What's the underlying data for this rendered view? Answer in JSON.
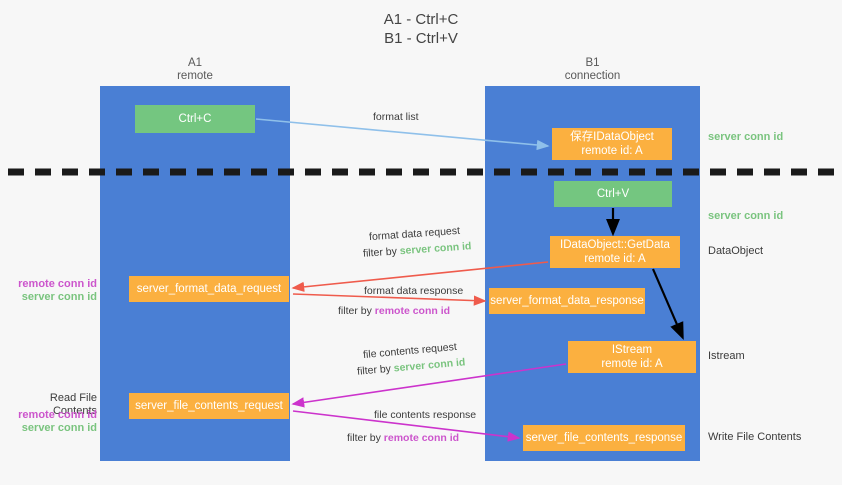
{
  "title": {
    "line1": "A1 - Ctrl+C",
    "line2": "B1 - Ctrl+V"
  },
  "lanes": {
    "left": {
      "name": "A1",
      "role": "remote"
    },
    "right": {
      "name": "B1",
      "role": "connection"
    }
  },
  "nodes": {
    "ctrl_c": {
      "label": "Ctrl+C",
      "color": "#74c680"
    },
    "save_idataobject": {
      "line1": "保存IDataObject",
      "line2": "remote id: A",
      "color": "#fbb040"
    },
    "ctrl_v": {
      "label": "Ctrl+V",
      "color": "#74c680"
    },
    "getdata": {
      "line1": "IDataObject::GetData",
      "line2": "remote id: A",
      "color": "#fbb040"
    },
    "server_format_data_request": {
      "label": "server_format_data_request",
      "color": "#fbb040"
    },
    "server_format_data_response": {
      "label": "server_format_data_response",
      "color": "#fbb040"
    },
    "istream": {
      "line1": "IStream",
      "line2": "remote id: A",
      "color": "#fbb040"
    },
    "server_file_contents_request": {
      "label": "server_file_contents_request",
      "color": "#fbb040"
    },
    "server_file_contents_response": {
      "label": "server_file_contents_response",
      "color": "#fbb040"
    }
  },
  "edges": {
    "format_list": {
      "label": "format list"
    },
    "format_data_request": {
      "label": "format data request",
      "filter_prefix": "filter by ",
      "filter_value": "server conn id"
    },
    "format_data_response": {
      "label": "format data response",
      "filter_prefix": "filter by ",
      "filter_value": "remote conn id"
    },
    "file_contents_request": {
      "label": "file contents request",
      "filter_prefix": "filter by ",
      "filter_value": "server conn id"
    },
    "file_contents_response": {
      "label": "file contents response",
      "filter_prefix": "filter by ",
      "filter_value": "remote conn id"
    }
  },
  "annotations": {
    "server_conn_id_top": "server conn id",
    "server_conn_id_mid": "server conn id",
    "dataobject": "DataObject",
    "istream": "Istream",
    "write_file_contents": "Write File Contents",
    "read_file_contents": "Read File Contents",
    "remote_conn_id": "remote conn id",
    "server_conn_id": "server conn id"
  },
  "colors": {
    "lane": "#4a7fd4",
    "green_node": "#74c680",
    "orange_node": "#fbb040",
    "remote_conn": "#cc55cc",
    "server_conn": "#7ac47f",
    "arrow_red": "#ef5b4c",
    "arrow_magenta": "#cc33cc",
    "arrow_lightblue": "#8fc0ea",
    "arrow_black": "#000000",
    "divider": "#1a1a1a"
  }
}
